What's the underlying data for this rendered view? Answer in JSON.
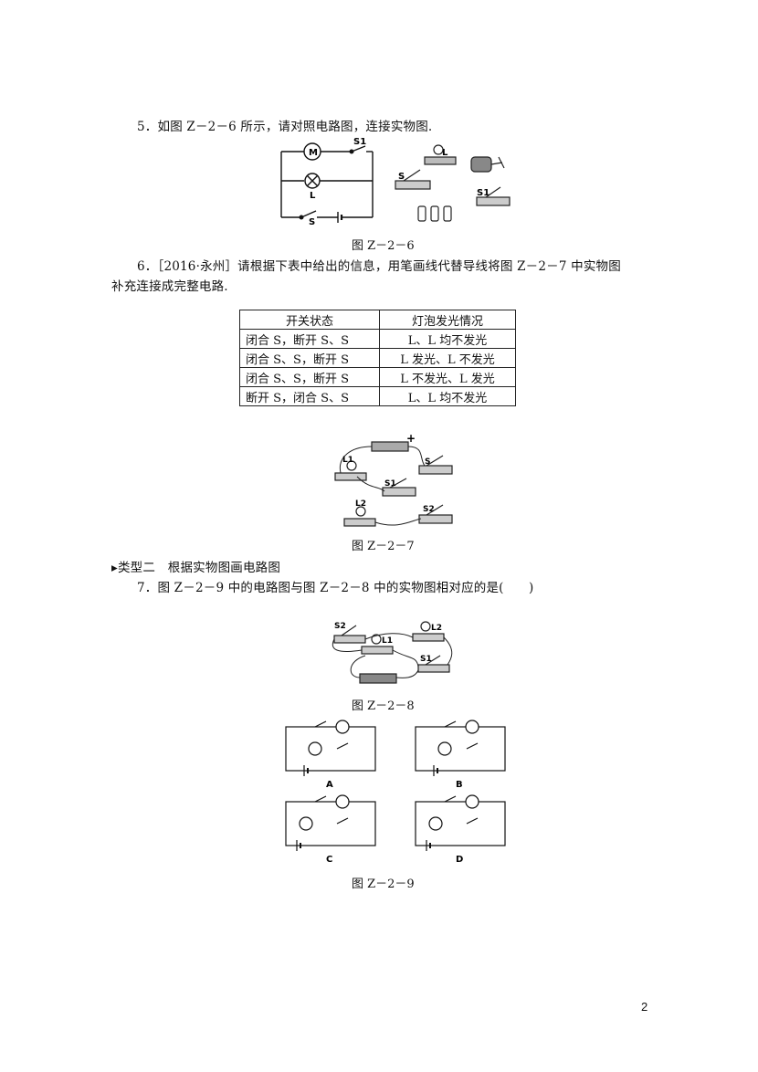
{
  "q5": {
    "text": "5．如图 Z－2－6 所示，请对照电路图，连接实物图.",
    "caption": "图 Z－2－6",
    "labels": {
      "motor": "M",
      "lamp": "L",
      "s1": "S1",
      "s": "S",
      "lamp_real": "L",
      "s_real": "S",
      "s1_real": "S1"
    }
  },
  "q6": {
    "line1": "6．［2016·永州］请根据下表中给出的信息，用笔画线代替导线将图 Z－2－7 中实物图",
    "line2": "补充连接成完整电路.",
    "table": {
      "headers": [
        "开关状态",
        "灯泡发光情况"
      ],
      "rows": [
        [
          "闭合 S，断开 S、S",
          "L、L 均不发光"
        ],
        [
          "闭合 S、S，断开 S",
          "L 发光、L 不发光"
        ],
        [
          "闭合 S、S，断开 S",
          "L 不发光、L 发光"
        ],
        [
          "断开 S，闭合 S、S",
          "L、L 均不发光"
        ]
      ]
    },
    "caption": "图 Z－2－7",
    "labels": {
      "plus": "+",
      "l1": "L1",
      "s": "S",
      "s1": "S1",
      "l2": "L2",
      "s2": "S2"
    }
  },
  "section": "▸类型二　根据实物图画电路图",
  "q7": {
    "text": "7．图 Z－2－9 中的电路图与图 Z－2－8 中的实物图相对应的是(　　)",
    "caption8": "图 Z－2－8",
    "caption9": "图 Z－2－9",
    "options": [
      "A",
      "B",
      "C",
      "D"
    ],
    "labels": {
      "s1": "S1",
      "s2": "S2",
      "l1": "L1",
      "l2": "L2"
    }
  },
  "page_number": "2"
}
